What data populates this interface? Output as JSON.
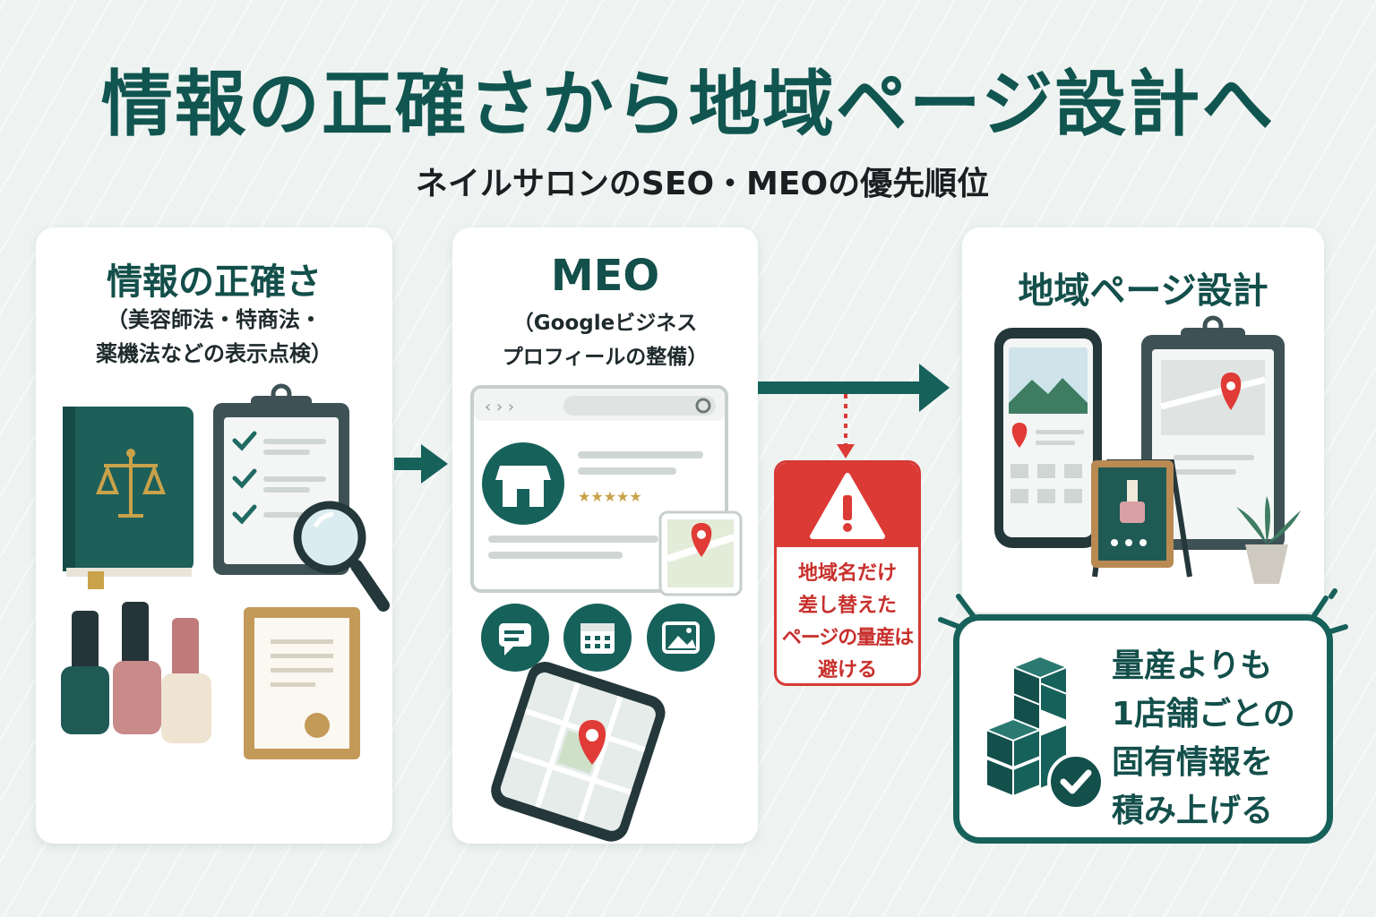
{
  "title": "情報の正確さから地域ページ設計へ",
  "subtitle": "ネイルサロンのSEO・MEOの優先順位",
  "steps": [
    {
      "title": "情報の正確さ",
      "note_lines": [
        "（美容師法・特商法・",
        "薬機法などの表示点検）"
      ],
      "icons": [
        "law-book-icon",
        "checklist-clipboard-icon",
        "magnifier-icon",
        "nail-polish-icon",
        "certificate-frame-icon"
      ]
    },
    {
      "title": "MEO",
      "note_lines": [
        "（Googleビジネス",
        "プロフィールの整備）"
      ],
      "icons": [
        "browser-window-icon",
        "store-icon",
        "map-pin-icon",
        "chat-icon",
        "calendar-icon",
        "photo-icon",
        "smartphone-map-icon"
      ]
    },
    {
      "title": "地域ページ設計",
      "icons": [
        "smartphone-page-icon",
        "clipboard-map-icon",
        "signboard-icon",
        "plant-icon"
      ]
    }
  ],
  "warning": {
    "icon": "warning-icon",
    "lines": [
      "地域名だけ",
      "差し替えた",
      "ページの量産は",
      "避ける"
    ]
  },
  "result": {
    "icon": "stacked-blocks-check-icon",
    "lines": [
      "量産よりも",
      "1店舗ごとの",
      "固有情報を",
      "積み上げる"
    ]
  },
  "colors": {
    "primary": "#17615b",
    "dark_teal": "#134f4b",
    "warning_red": "#dc3a35",
    "gold": "#c9a24a",
    "background": "#eef3f1"
  }
}
